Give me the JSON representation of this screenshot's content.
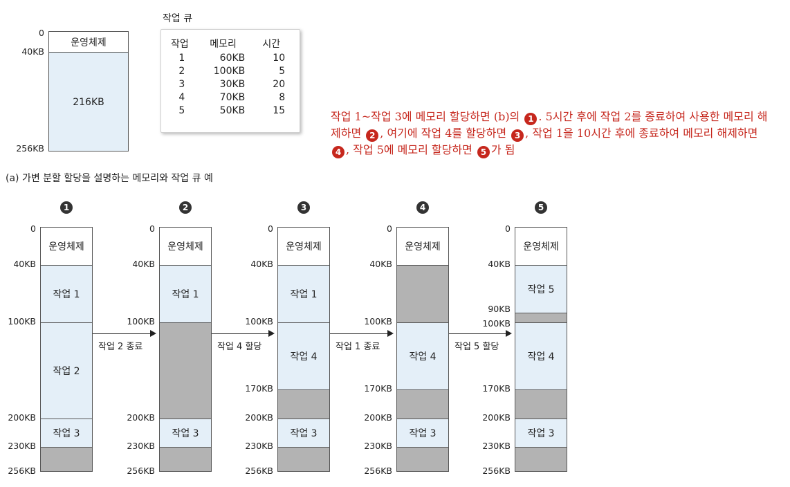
{
  "panel_a": {
    "addresses": {
      "top": "0",
      "os_end": "40KB",
      "end": "256KB"
    },
    "os_label": "운영체제",
    "free_label": "216KB",
    "caption": "(a) 가변 분할 할당을 설명하는 메모리와 작업 큐 예"
  },
  "job_queue": {
    "title": "작업 큐",
    "headers": [
      "작업",
      "메모리",
      "시간"
    ],
    "rows": [
      [
        "1",
        "60KB",
        "10"
      ],
      [
        "2",
        "100KB",
        "5"
      ],
      [
        "3",
        "30KB",
        "20"
      ],
      [
        "4",
        "70KB",
        "8"
      ],
      [
        "5",
        "50KB",
        "15"
      ]
    ]
  },
  "note": {
    "t1": "작업 1~작업 3에 메모리 할당하면 (b)의",
    "t2": ". 5시간 후에 작업 2를 종료하여 사용한 메모리 해제하면",
    "t3": ", 여기에 작업 4를 할당하면",
    "t4": ", 작업 1을 10시간 후에 종료하여 메모리 해제하면",
    "t5": ", 작업 5에 메모리 할당하면",
    "t6": "가 됨",
    "n1": "1",
    "n2": "2",
    "n3": "3",
    "n4": "4",
    "n5": "5"
  },
  "states": [
    {
      "step": "1",
      "segments": [
        {
          "label": "운영체제",
          "start": 0,
          "end": 40,
          "kind": "os"
        },
        {
          "label": "작업 1",
          "start": 40,
          "end": 100,
          "kind": "job"
        },
        {
          "label": "작업 2",
          "start": 100,
          "end": 200,
          "kind": "job"
        },
        {
          "label": "작업 3",
          "start": 200,
          "end": 230,
          "kind": "job"
        },
        {
          "label": "",
          "start": 230,
          "end": 256,
          "kind": "free"
        }
      ],
      "addr_labels": [
        "0",
        "40KB",
        "100KB",
        "200KB",
        "230KB",
        "256KB"
      ],
      "addr_values": [
        0,
        40,
        100,
        200,
        230,
        256
      ]
    },
    {
      "step": "2",
      "segments": [
        {
          "label": "운영체제",
          "start": 0,
          "end": 40,
          "kind": "os"
        },
        {
          "label": "작업 1",
          "start": 40,
          "end": 100,
          "kind": "job"
        },
        {
          "label": "",
          "start": 100,
          "end": 200,
          "kind": "free"
        },
        {
          "label": "작업 3",
          "start": 200,
          "end": 230,
          "kind": "job"
        },
        {
          "label": "",
          "start": 230,
          "end": 256,
          "kind": "free"
        }
      ],
      "addr_labels": [
        "0",
        "40KB",
        "100KB",
        "200KB",
        "230KB",
        "256KB"
      ],
      "addr_values": [
        0,
        40,
        100,
        200,
        230,
        256
      ]
    },
    {
      "step": "3",
      "segments": [
        {
          "label": "운영체제",
          "start": 0,
          "end": 40,
          "kind": "os"
        },
        {
          "label": "작업 1",
          "start": 40,
          "end": 100,
          "kind": "job"
        },
        {
          "label": "작업 4",
          "start": 100,
          "end": 170,
          "kind": "job"
        },
        {
          "label": "",
          "start": 170,
          "end": 200,
          "kind": "free"
        },
        {
          "label": "작업 3",
          "start": 200,
          "end": 230,
          "kind": "job"
        },
        {
          "label": "",
          "start": 230,
          "end": 256,
          "kind": "free"
        }
      ],
      "addr_labels": [
        "0",
        "40KB",
        "100KB",
        "170KB",
        "200KB",
        "230KB",
        "256KB"
      ],
      "addr_values": [
        0,
        40,
        100,
        170,
        200,
        230,
        256
      ]
    },
    {
      "step": "4",
      "segments": [
        {
          "label": "운영체제",
          "start": 0,
          "end": 40,
          "kind": "os"
        },
        {
          "label": "",
          "start": 40,
          "end": 100,
          "kind": "free"
        },
        {
          "label": "작업 4",
          "start": 100,
          "end": 170,
          "kind": "job"
        },
        {
          "label": "",
          "start": 170,
          "end": 200,
          "kind": "free"
        },
        {
          "label": "작업 3",
          "start": 200,
          "end": 230,
          "kind": "job"
        },
        {
          "label": "",
          "start": 230,
          "end": 256,
          "kind": "free"
        }
      ],
      "addr_labels": [
        "0",
        "40KB",
        "100KB",
        "170KB",
        "200KB",
        "230KB",
        "256KB"
      ],
      "addr_values": [
        0,
        40,
        100,
        170,
        200,
        230,
        256
      ]
    },
    {
      "step": "5",
      "segments": [
        {
          "label": "운영체제",
          "start": 0,
          "end": 40,
          "kind": "os"
        },
        {
          "label": "작업 5",
          "start": 40,
          "end": 90,
          "kind": "job"
        },
        {
          "label": "",
          "start": 90,
          "end": 100,
          "kind": "free"
        },
        {
          "label": "작업 4",
          "start": 100,
          "end": 170,
          "kind": "job"
        },
        {
          "label": "",
          "start": 170,
          "end": 200,
          "kind": "free"
        },
        {
          "label": "작업 3",
          "start": 200,
          "end": 230,
          "kind": "job"
        },
        {
          "label": "",
          "start": 230,
          "end": 256,
          "kind": "free"
        }
      ],
      "addr_labels": [
        "0",
        "40KB",
        "90KB",
        "100KB",
        "170KB",
        "200KB",
        "230KB",
        "256KB"
      ],
      "addr_values": [
        0,
        40,
        90,
        100,
        170,
        200,
        230,
        256
      ]
    }
  ],
  "transitions": [
    "작업 2 종료",
    "작업 4 할당",
    "작업 1 종료",
    "작업 5 할당"
  ]
}
